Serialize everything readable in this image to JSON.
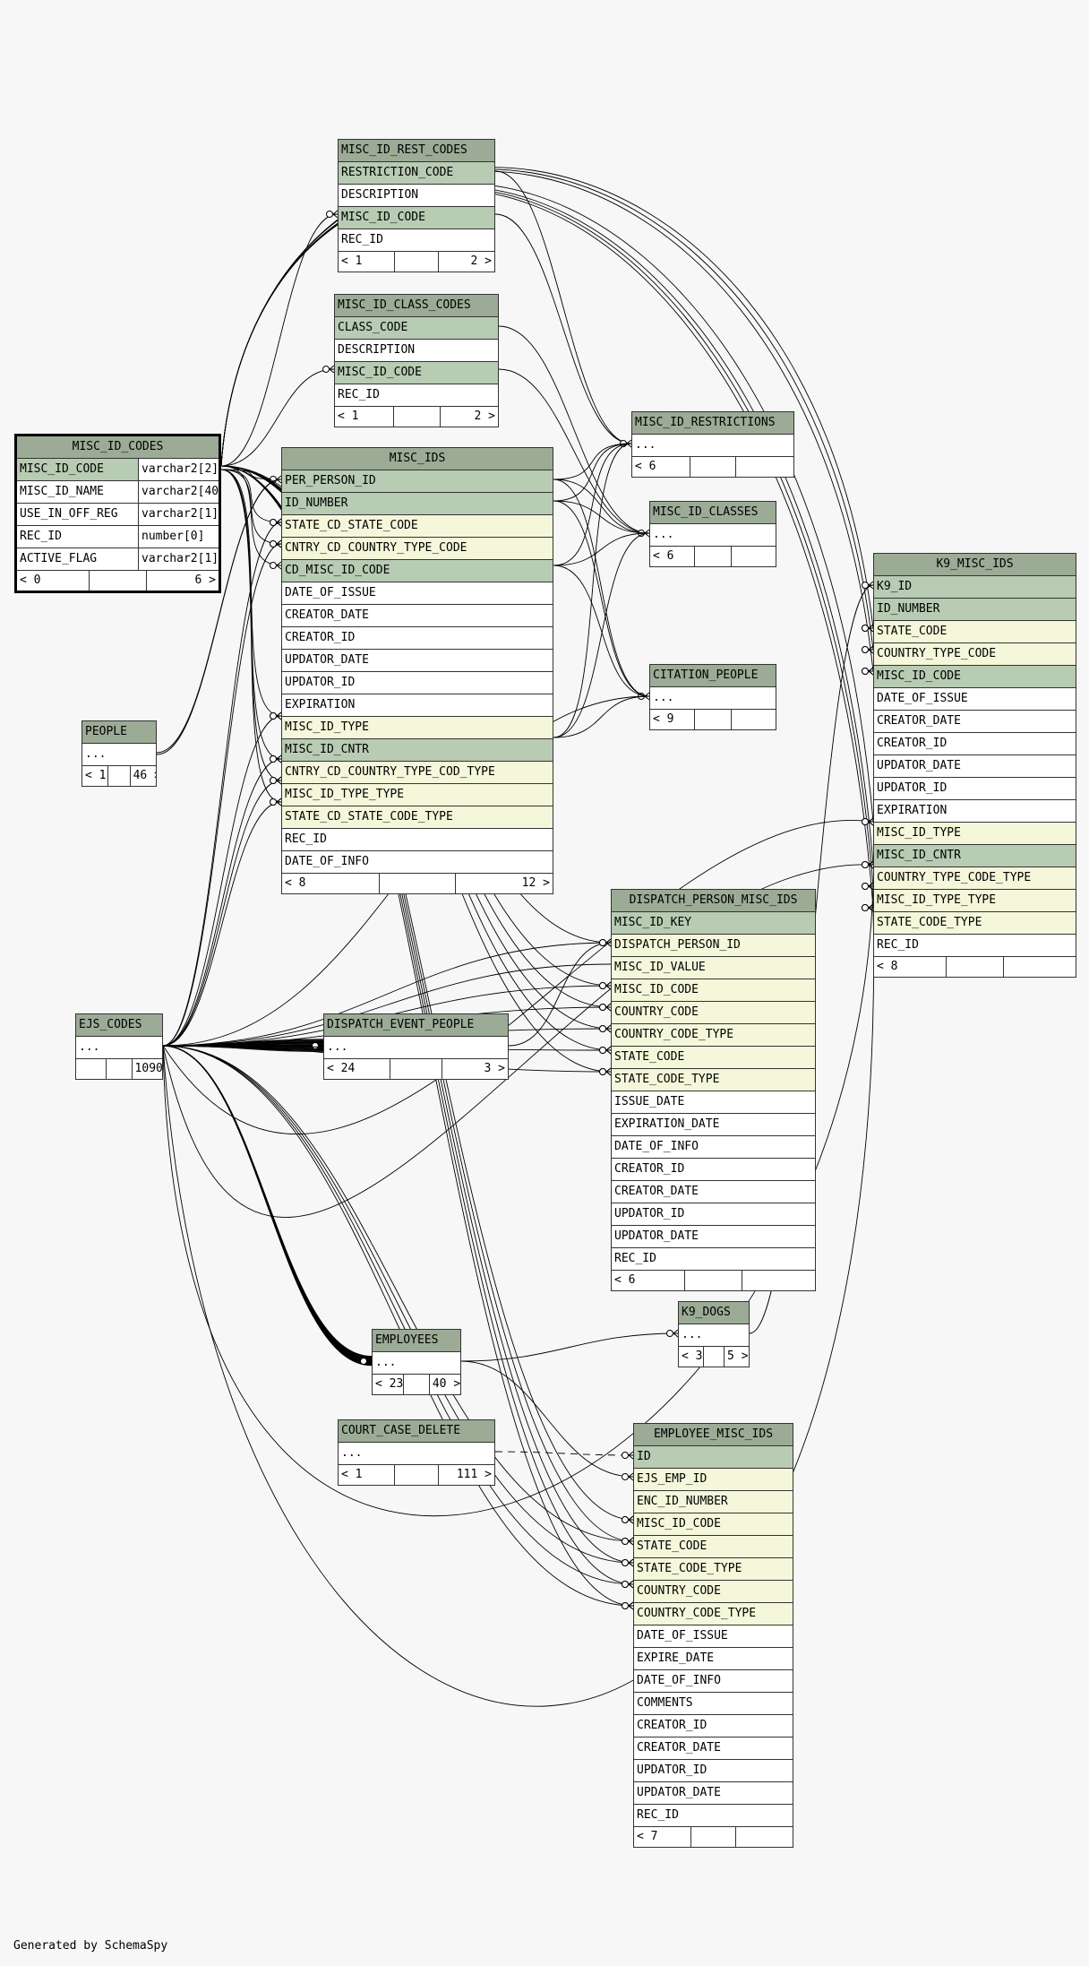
{
  "footer": "Generated by SchemaSpy",
  "colors": {
    "background": "#f7f7f7",
    "header": "#9bab96",
    "primary_key": "#b8cbb3",
    "foreign_key": "#f4f7da",
    "plain": "#ffffff"
  },
  "tables": [
    {
      "id": "misc_id_rest_codes",
      "name": "MISC_ID_REST_CODES",
      "columns": [
        {
          "name": "RESTRICTION_CODE",
          "kind": "pk"
        },
        {
          "name": "DESCRIPTION",
          "kind": "plain"
        },
        {
          "name": "MISC_ID_CODE",
          "kind": "pk"
        },
        {
          "name": "REC_ID",
          "kind": "plain"
        }
      ],
      "footer": {
        "parents": "< 1",
        "children": "2 >",
        "rows": ""
      }
    },
    {
      "id": "misc_id_class_codes",
      "name": "MISC_ID_CLASS_CODES",
      "columns": [
        {
          "name": "CLASS_CODE",
          "kind": "pk"
        },
        {
          "name": "DESCRIPTION",
          "kind": "plain"
        },
        {
          "name": "MISC_ID_CODE",
          "kind": "pk"
        },
        {
          "name": "REC_ID",
          "kind": "plain"
        }
      ],
      "footer": {
        "parents": "< 1",
        "children": "2 >",
        "rows": ""
      }
    },
    {
      "id": "misc_id_codes",
      "name": "MISC_ID_CODES",
      "focus": true,
      "columns": [
        {
          "name": "MISC_ID_CODE",
          "type": "varchar2[2]",
          "kind": "pk"
        },
        {
          "name": "MISC_ID_NAME",
          "type": "varchar2[40]",
          "kind": "plain"
        },
        {
          "name": "USE_IN_OFF_REG",
          "type": "varchar2[1]",
          "kind": "plain"
        },
        {
          "name": "REC_ID",
          "type": "number[0]",
          "kind": "plain"
        },
        {
          "name": "ACTIVE_FLAG",
          "type": "varchar2[1]",
          "kind": "plain"
        }
      ],
      "footer": {
        "parents": "< 0",
        "children": "6 >",
        "rows": ""
      }
    },
    {
      "id": "misc_ids",
      "name": "MISC_IDS",
      "columns": [
        {
          "name": "PER_PERSON_ID",
          "kind": "pk"
        },
        {
          "name": "ID_NUMBER",
          "kind": "pk"
        },
        {
          "name": "STATE_CD_STATE_CODE",
          "kind": "fk"
        },
        {
          "name": "CNTRY_CD_COUNTRY_TYPE_CODE",
          "kind": "fk"
        },
        {
          "name": "CD_MISC_ID_CODE",
          "kind": "pk"
        },
        {
          "name": "DATE_OF_ISSUE",
          "kind": "plain"
        },
        {
          "name": "CREATOR_DATE",
          "kind": "plain"
        },
        {
          "name": "CREATOR_ID",
          "kind": "plain"
        },
        {
          "name": "UPDATOR_DATE",
          "kind": "plain"
        },
        {
          "name": "UPDATOR_ID",
          "kind": "plain"
        },
        {
          "name": "EXPIRATION",
          "kind": "plain"
        },
        {
          "name": "MISC_ID_TYPE",
          "kind": "fk"
        },
        {
          "name": "MISC_ID_CNTR",
          "kind": "pk"
        },
        {
          "name": "CNTRY_CD_COUNTRY_TYPE_COD_TYPE",
          "kind": "fk"
        },
        {
          "name": "MISC_ID_TYPE_TYPE",
          "kind": "fk"
        },
        {
          "name": "STATE_CD_STATE_CODE_TYPE",
          "kind": "fk"
        },
        {
          "name": "REC_ID",
          "kind": "plain"
        },
        {
          "name": "DATE_OF_INFO",
          "kind": "plain"
        }
      ],
      "footer": {
        "parents": "< 8",
        "children": "12 >",
        "rows": ""
      }
    },
    {
      "id": "misc_id_restrictions",
      "name": "MISC_ID_RESTRICTIONS",
      "columns": [
        {
          "name": "...",
          "kind": "plain"
        }
      ],
      "footer": {
        "parents": "< 6",
        "children": "",
        "rows": ""
      }
    },
    {
      "id": "misc_id_classes",
      "name": "MISC_ID_CLASSES",
      "columns": [
        {
          "name": "...",
          "kind": "plain"
        }
      ],
      "footer": {
        "parents": "< 6",
        "children": "",
        "rows": ""
      }
    },
    {
      "id": "citation_people",
      "name": "CITATION_PEOPLE",
      "columns": [
        {
          "name": "...",
          "kind": "plain"
        }
      ],
      "footer": {
        "parents": "< 9",
        "children": "",
        "rows": ""
      }
    },
    {
      "id": "k9_misc_ids",
      "name": "K9_MISC_IDS",
      "columns": [
        {
          "name": "K9_ID",
          "kind": "pk"
        },
        {
          "name": "ID_NUMBER",
          "kind": "pk"
        },
        {
          "name": "STATE_CODE",
          "kind": "fk"
        },
        {
          "name": "COUNTRY_TYPE_CODE",
          "kind": "fk"
        },
        {
          "name": "MISC_ID_CODE",
          "kind": "pk"
        },
        {
          "name": "DATE_OF_ISSUE",
          "kind": "plain"
        },
        {
          "name": "CREATOR_DATE",
          "kind": "plain"
        },
        {
          "name": "CREATOR_ID",
          "kind": "plain"
        },
        {
          "name": "UPDATOR_DATE",
          "kind": "plain"
        },
        {
          "name": "UPDATOR_ID",
          "kind": "plain"
        },
        {
          "name": "EXPIRATION",
          "kind": "plain"
        },
        {
          "name": "MISC_ID_TYPE",
          "kind": "fk"
        },
        {
          "name": "MISC_ID_CNTR",
          "kind": "pk"
        },
        {
          "name": "COUNTRY_TYPE_CODE_TYPE",
          "kind": "fk"
        },
        {
          "name": "MISC_ID_TYPE_TYPE",
          "kind": "fk"
        },
        {
          "name": "STATE_CODE_TYPE",
          "kind": "fk"
        },
        {
          "name": "REC_ID",
          "kind": "plain"
        }
      ],
      "footer": {
        "parents": "< 8",
        "children": "",
        "rows": ""
      }
    },
    {
      "id": "people",
      "name": "PEOPLE",
      "columns": [
        {
          "name": "...",
          "kind": "plain"
        }
      ],
      "footer": {
        "parents": "< 1",
        "children": "46 >",
        "rows": ""
      }
    },
    {
      "id": "dispatch_person_misc_ids",
      "name": "DISPATCH_PERSON_MISC_IDS",
      "columns": [
        {
          "name": "MISC_ID_KEY",
          "kind": "pk"
        },
        {
          "name": "DISPATCH_PERSON_ID",
          "kind": "fk"
        },
        {
          "name": "MISC_ID_VALUE",
          "kind": "fk"
        },
        {
          "name": "MISC_ID_CODE",
          "kind": "fk"
        },
        {
          "name": "COUNTRY_CODE",
          "kind": "fk"
        },
        {
          "name": "COUNTRY_CODE_TYPE",
          "kind": "fk"
        },
        {
          "name": "STATE_CODE",
          "kind": "fk"
        },
        {
          "name": "STATE_CODE_TYPE",
          "kind": "fk"
        },
        {
          "name": "ISSUE_DATE",
          "kind": "plain"
        },
        {
          "name": "EXPIRATION_DATE",
          "kind": "plain"
        },
        {
          "name": "DATE_OF_INFO",
          "kind": "plain"
        },
        {
          "name": "CREATOR_ID",
          "kind": "plain"
        },
        {
          "name": "CREATOR_DATE",
          "kind": "plain"
        },
        {
          "name": "UPDATOR_ID",
          "kind": "plain"
        },
        {
          "name": "UPDATOR_DATE",
          "kind": "plain"
        },
        {
          "name": "REC_ID",
          "kind": "plain"
        }
      ],
      "footer": {
        "parents": "< 6",
        "children": "",
        "rows": ""
      }
    },
    {
      "id": "ejs_codes",
      "name": "EJS_CODES",
      "columns": [
        {
          "name": "...",
          "kind": "plain"
        }
      ],
      "footer": {
        "parents": "",
        "children": "1090 >",
        "rows": ""
      }
    },
    {
      "id": "dispatch_event_people",
      "name": "DISPATCH_EVENT_PEOPLE",
      "columns": [
        {
          "name": "...",
          "kind": "plain"
        }
      ],
      "footer": {
        "parents": "< 24",
        "children": "3 >",
        "rows": ""
      }
    },
    {
      "id": "k9_dogs",
      "name": "K9_DOGS",
      "columns": [
        {
          "name": "...",
          "kind": "plain"
        }
      ],
      "footer": {
        "parents": "< 3",
        "children": "5 >",
        "rows": ""
      }
    },
    {
      "id": "employees",
      "name": "EMPLOYEES",
      "columns": [
        {
          "name": "...",
          "kind": "plain"
        }
      ],
      "footer": {
        "parents": "< 23",
        "children": "40 >",
        "rows": ""
      }
    },
    {
      "id": "court_case_delete",
      "name": "COURT_CASE_DELETE",
      "columns": [
        {
          "name": "...",
          "kind": "plain"
        }
      ],
      "footer": {
        "parents": "< 1",
        "children": "111 >",
        "rows": ""
      }
    },
    {
      "id": "employee_misc_ids",
      "name": "EMPLOYEE_MISC_IDS",
      "columns": [
        {
          "name": "ID",
          "kind": "pk"
        },
        {
          "name": "EJS_EMP_ID",
          "kind": "fk"
        },
        {
          "name": "ENC_ID_NUMBER",
          "kind": "fk"
        },
        {
          "name": "MISC_ID_CODE",
          "kind": "fk"
        },
        {
          "name": "STATE_CODE",
          "kind": "fk"
        },
        {
          "name": "STATE_CODE_TYPE",
          "kind": "fk"
        },
        {
          "name": "COUNTRY_CODE",
          "kind": "fk"
        },
        {
          "name": "COUNTRY_CODE_TYPE",
          "kind": "fk"
        },
        {
          "name": "DATE_OF_ISSUE",
          "kind": "plain"
        },
        {
          "name": "EXPIRE_DATE",
          "kind": "plain"
        },
        {
          "name": "DATE_OF_INFO",
          "kind": "plain"
        },
        {
          "name": "COMMENTS",
          "kind": "plain"
        },
        {
          "name": "CREATOR_ID",
          "kind": "plain"
        },
        {
          "name": "CREATOR_DATE",
          "kind": "plain"
        },
        {
          "name": "UPDATOR_ID",
          "kind": "plain"
        },
        {
          "name": "UPDATOR_DATE",
          "kind": "plain"
        },
        {
          "name": "REC_ID",
          "kind": "plain"
        }
      ],
      "footer": {
        "parents": "< 7",
        "children": "",
        "rows": ""
      }
    }
  ]
}
